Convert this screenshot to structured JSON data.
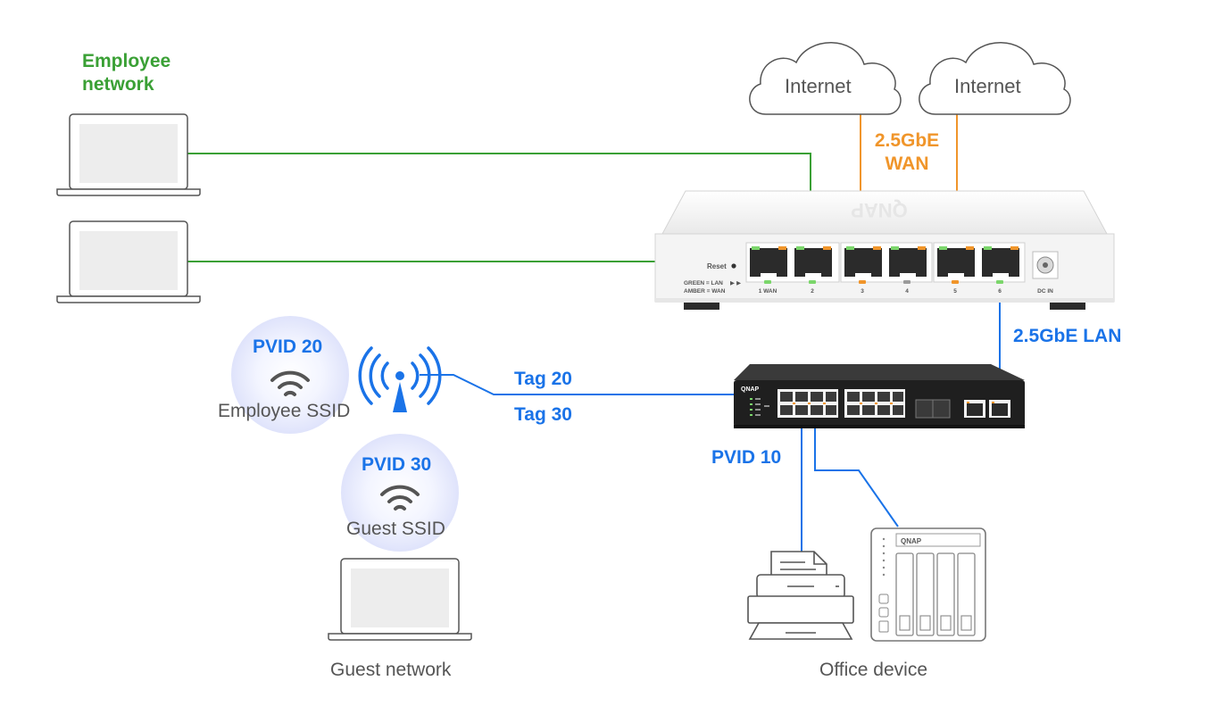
{
  "diagram": {
    "employee_network_line1": "Employee",
    "employee_network_line2": "network",
    "internet_1": "Internet",
    "internet_2": "Internet",
    "wan_line1": "2.5GbE",
    "wan_line2": "WAN",
    "lan_label": "2.5GbE LAN",
    "pvid_20": "PVID 20",
    "employee_ssid": "Employee SSID",
    "pvid_30": "PVID 30",
    "guest_ssid": "Guest SSID",
    "tag_20": "Tag 20",
    "tag_30": "Tag 30",
    "pvid_10": "PVID 10",
    "guest_network": "Guest network",
    "office_device": "Office device",
    "router": {
      "reset": "Reset",
      "legend_line1": "GREEN = LAN",
      "legend_line2": "AMBER = WAN",
      "port_1": "1 WAN",
      "port_2": "2",
      "port_3": "3",
      "port_4": "4",
      "port_5": "5",
      "port_6": "6",
      "dc_in": "DC IN",
      "brand": "QNAP"
    },
    "switch_brand": "QNAP",
    "nas_brand": "QNAP",
    "colors": {
      "employee": "#3aa035",
      "wan": "#f0952a",
      "lan": "#1a73e8",
      "device": "#555555"
    }
  }
}
